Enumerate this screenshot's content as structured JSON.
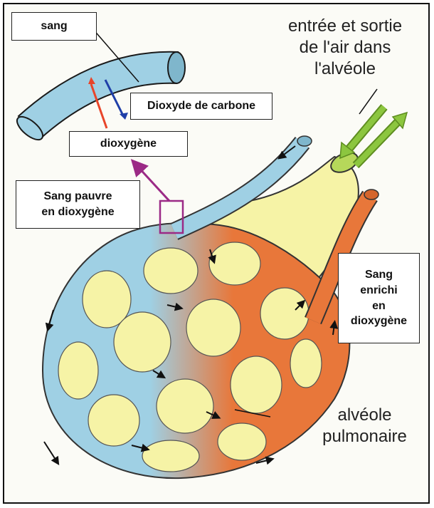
{
  "labels": {
    "sang": "sang",
    "co2": "Dioxyde de carbone",
    "o2": "dioxygène",
    "poor_line1": "Sang pauvre",
    "poor_line2": "en dioxygène",
    "rich_line1": "Sang",
    "rich_line2": "enrichi",
    "rich_line3": "en",
    "rich_line4": "dioxygène",
    "air_line1": "entrée et sortie",
    "air_line2": "de l'air dans",
    "air_line3": "l'alvéole",
    "alveole_line1": "alvéole",
    "alveole_line2": "pulmonaire"
  },
  "colors": {
    "blood_poor": "#9fd0e4",
    "blood_rich": "#e8773a",
    "alveole": "#f6f3a6",
    "air_arrow": "#8cc63f",
    "o2_arrow": "#9b2a86",
    "co2_arrow_red": "#e8452a",
    "co2_arrow_blue": "#1f3fa8"
  }
}
